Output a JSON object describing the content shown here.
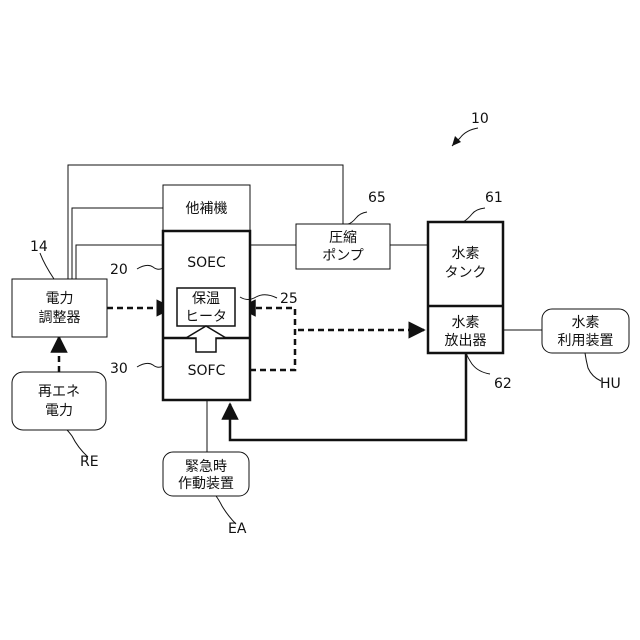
{
  "figure_label": "10",
  "blocks": {
    "aux": "他補機",
    "soec": "SOEC",
    "sofc": "SOFC",
    "heater_l1": "保温",
    "heater_l2": "ヒータ",
    "compressor_l1": "圧縮",
    "compressor_l2": "ポンプ",
    "tank_l1": "水素",
    "tank_l2": "タンク",
    "releaser_l1": "水素",
    "releaser_l2": "放出器",
    "power_l1": "電力",
    "power_l2": "調整器",
    "renewable_l1": "再エネ",
    "renewable_l2": "電力",
    "emergency_l1": "緊急時",
    "emergency_l2": "作動装置",
    "h2use_l1": "水素",
    "h2use_l2": "利用装置"
  },
  "refs": {
    "power": "14",
    "soec": "20",
    "sofc": "30",
    "heater": "25",
    "compressor": "65",
    "tank": "61",
    "releaser": "62",
    "renewable": "RE",
    "emergency": "EA",
    "h2use": "HU"
  }
}
